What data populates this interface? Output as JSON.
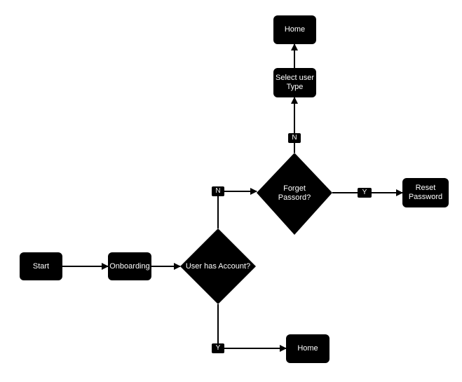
{
  "nodes": {
    "start": "Start",
    "onboarding": "Onboarding",
    "user_has_account": "User has Account?",
    "forget_password": "Forget\nPassord?",
    "select_user_type": "Select user\nType",
    "home_top": "Home",
    "reset_password": "Reset\nPassword",
    "home_bottom": "Home"
  },
  "edge_labels": {
    "no_account": "N",
    "no_forget": "N",
    "yes_forget": "Y",
    "yes_account": "Y"
  },
  "colors": {
    "node_fill": "#000000",
    "node_text": "#ffffff",
    "edge": "#000000",
    "background": "#ffffff"
  }
}
